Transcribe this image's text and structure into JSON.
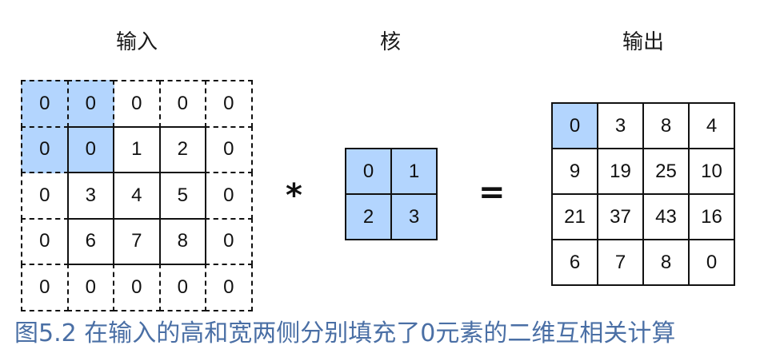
{
  "titles": {
    "input": "输入",
    "kernel": "核",
    "output": "输出"
  },
  "operators": {
    "conv": "*",
    "equals": "="
  },
  "input_grid": [
    [
      "0",
      "0",
      "0",
      "0",
      "0"
    ],
    [
      "0",
      "0",
      "1",
      "2",
      "0"
    ],
    [
      "0",
      "3",
      "4",
      "5",
      "0"
    ],
    [
      "0",
      "6",
      "7",
      "8",
      "0"
    ],
    [
      "0",
      "0",
      "0",
      "0",
      "0"
    ]
  ],
  "input_highlight": [
    [
      0,
      0
    ],
    [
      0,
      1
    ],
    [
      1,
      0
    ],
    [
      1,
      1
    ]
  ],
  "kernel_grid": [
    [
      "0",
      "1"
    ],
    [
      "2",
      "3"
    ]
  ],
  "output_grid": [
    [
      "0",
      "3",
      "8",
      "4"
    ],
    [
      "9",
      "19",
      "25",
      "10"
    ],
    [
      "21",
      "37",
      "43",
      "16"
    ],
    [
      "6",
      "7",
      "8",
      "0"
    ]
  ],
  "output_highlight": [
    [
      0,
      0
    ]
  ],
  "colors": {
    "highlight": "#b3d5fe",
    "caption": "#4a6fa5",
    "border": "#111111"
  },
  "caption": "图5.2 在输入的高和宽两侧分别填充了0元素的二维互相关计算"
}
